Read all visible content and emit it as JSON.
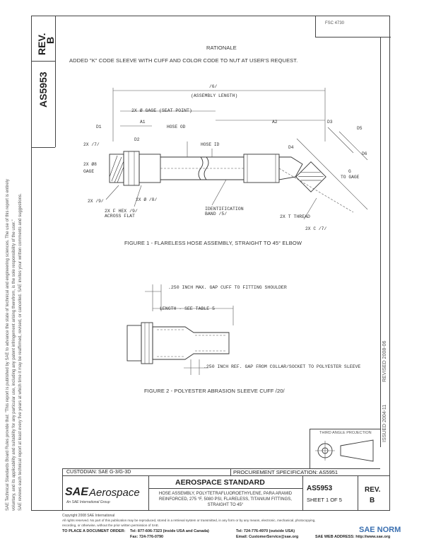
{
  "left_margin": {
    "line1": "SAE Technical Standards Board Rules provide that: \"This report is published by SAE to advance the state of technical and engineering sciences. The use of this report is entirely",
    "line2": "voluntary, and its applicability and suitability for any particular use, including any patent infringement arising therefrom, is the sole responsibility of the user.\"",
    "line3": "SAE reviews each technical report at least every five years at which time it may be reaffirmed, revised, or cancelled. SAE invites your written comments and suggestions."
  },
  "rev_box": {
    "label": "REV.",
    "value": "B"
  },
  "doc_number_side": "AS5953",
  "top_right_box": {
    "line1": "FSC 4730",
    "line2": ""
  },
  "rationale": {
    "heading": "RATIONALE",
    "text": "ADDED \"K\" CODE SLEEVE WITH CUFF AND COLOR CODE TO NUT AT USER'S REQUEST."
  },
  "figure1": {
    "caption": "FIGURE 1 - FLARELESS HOSE ASSEMBLY, STRAIGHT TO 45° ELBOW",
    "labels": {
      "assembly_length": "(ASSEMBLY LENGTH)",
      "seat_points": "2X Ø GAGE (SEAT POINT)",
      "hose_od": "HOSE OD",
      "hose_id": "HOSE ID",
      "gage": "GAGE",
      "hex": "2X F HEX /9/ ACROSS FLAT",
      "band": "IDENTIFICATION BAND /5/",
      "thread": "2X T THREAD",
      "to_gage": "TO GAGE"
    }
  },
  "figure2": {
    "caption": "FIGURE 2 - POLYESTER ABRASION SLEEVE CUFF /20/",
    "gap_max": ".250 INCH MAX. GAP CUFF TO FITTING SHOULDER",
    "length": "LENGTH - SEE TABLE 5",
    "gap_ref": ".250 INCH REF. GAP FROM COLLAR/SOCKET TO POLYESTER SLEEVE"
  },
  "right_margin": {
    "issued": "ISSUED 2004-11",
    "revised": "REVISED 2008-06"
  },
  "projection": "THIRD ANGLE PROJECTION",
  "custodian": "CUSTODIAN: SAE G-3/G-3D",
  "procurement": "PROCUREMENT SPECIFICATION: AS5951",
  "title_block": {
    "logo_sae": "SAE",
    "logo_aero": "Aerospace",
    "logo_sub": "An SAE International Group",
    "heading": "AEROSPACE STANDARD",
    "description": "HOSE ASSEMBLY, POLYTETRAFLUOROETHYLENE, PARA ARAMID REINFORCED, 275 °F, 5080 PSI, FLARELESS, TITANIUM FITTINGS, STRAIGHT TO 45°",
    "doc_number": "AS5953",
    "sheet": "SHEET 1 OF 5",
    "rev_label": "REV.",
    "rev_value": "B"
  },
  "footer": {
    "copyright": "Copyright 2008 SAE International",
    "rights": "All rights reserved. No part of this publication may be reproduced, stored in a retrieval system or transmitted, in any form or by any means, electronic, mechanical, photocopying,",
    "rights2": "recording, or otherwise, without the prior written permission of SAE.",
    "order_label": "TO PLACE A DOCUMENT ORDER:",
    "tel": "Tel: 877-606-7323 (inside USA and Canada)",
    "fax": "Fax: 724-776-0790",
    "tel2": "Tel: 724-776-4970 (outside USA)",
    "email": "Email: CustomerService@sae.org",
    "web": "SAE WEB ADDRESS: http://www.sae.org",
    "watermark": "SAE NORM"
  }
}
